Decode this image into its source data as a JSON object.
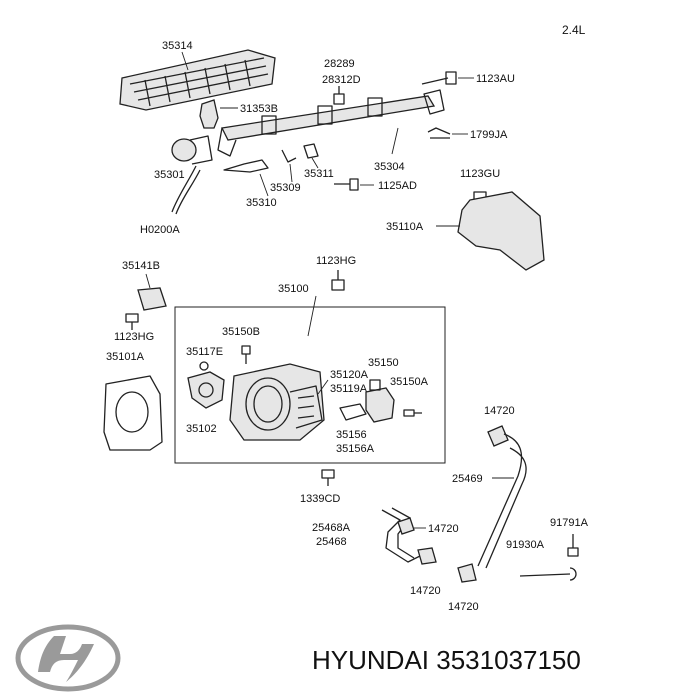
{
  "engine_label": "2.4L",
  "labels": {
    "l35314": "35314",
    "l28289": "28289",
    "l28312D": "28312D",
    "l1123AU": "1123AU",
    "l31353B": "31353B",
    "l1799JA": "1799JA",
    "l35301": "35301",
    "l35304": "35304",
    "l35311": "35311",
    "l35309": "35309",
    "l1125AD": "1125AD",
    "l35310": "35310",
    "l1123GU": "1123GU",
    "lH0200A": "H0200A",
    "l35110A": "35110A",
    "l35141B": "35141B",
    "l1123HG_top": "1123HG",
    "l35100": "35100",
    "l1123HG_left": "1123HG",
    "l35150B": "35150B",
    "l35117E": "35117E",
    "l35101A": "35101A",
    "l35120A": "35120A",
    "l35119A": "35119A",
    "l35150": "35150",
    "l35150A": "35150A",
    "l35102": "35102",
    "l35156": "35156",
    "l35156A": "35156A",
    "l14720_a": "14720",
    "l25469": "25469",
    "l1339CD": "1339CD",
    "l25468A": "25468A",
    "l25468": "25468",
    "l14720_b": "14720",
    "l91791A": "91791A",
    "l91930A": "91930A",
    "l14720_c": "14720",
    "l14720_d": "14720"
  },
  "footer": {
    "brand": "HYUNDAI",
    "part_number": "3531037150"
  },
  "logo": {
    "icon": "hyundai-logo-icon",
    "color": "#9a9a9a"
  }
}
